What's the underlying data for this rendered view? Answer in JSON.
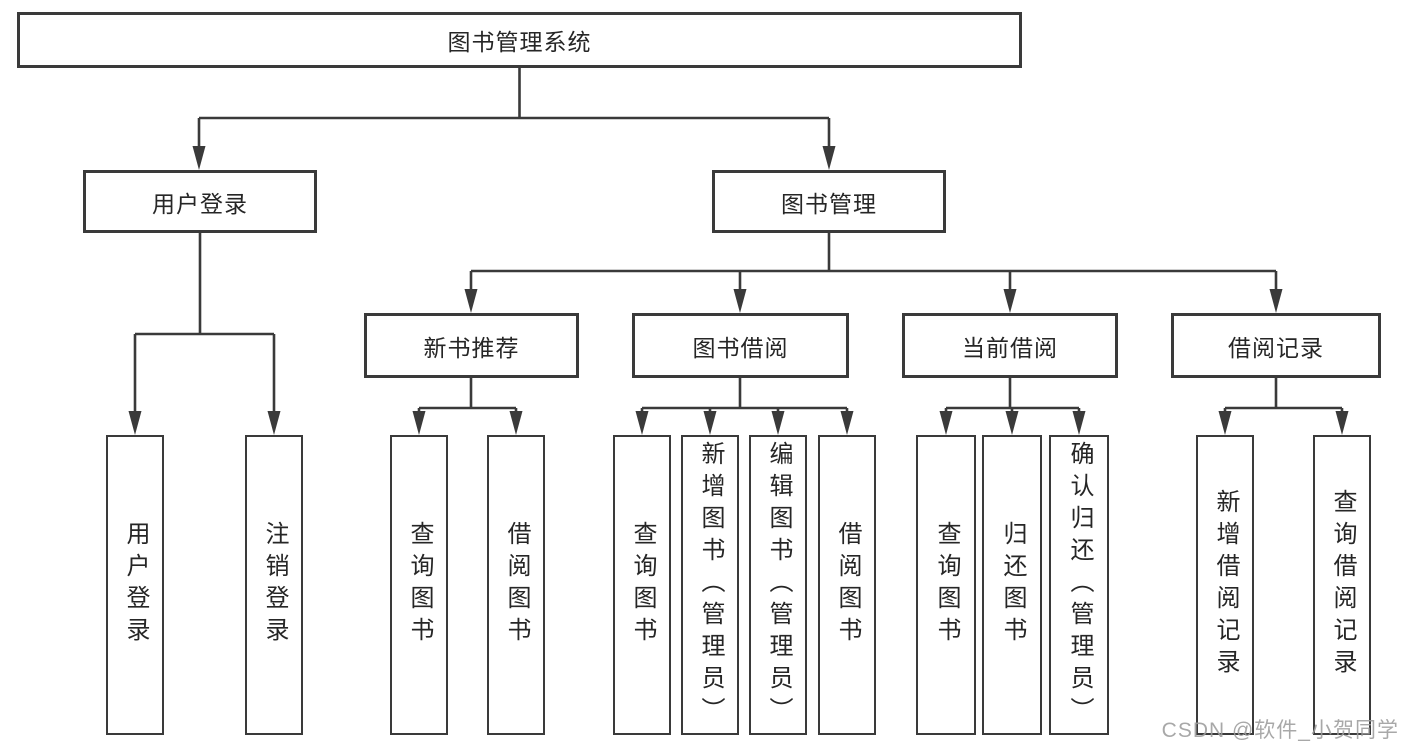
{
  "colors": {
    "line": "#3a3a3a",
    "box_border": "#3a3a3a",
    "box_fill": "#ffffff",
    "text_color": "#262626",
    "watermark_color": "#9d9d9d",
    "background": "#ffffff"
  },
  "watermark": {
    "text": "CSDN @软件_小贺同学"
  },
  "tree": {
    "root": {
      "label": "图书管理系统"
    },
    "branches": [
      {
        "label": "用户登录",
        "children": [
          {
            "label": "用户登录"
          },
          {
            "label": "注销登录"
          }
        ]
      },
      {
        "label": "图书管理",
        "children": [
          {
            "label": "新书推荐",
            "children": [
              {
                "label": "查询图书"
              },
              {
                "label": "借阅图书"
              }
            ]
          },
          {
            "label": "图书借阅",
            "children": [
              {
                "label": "查询图书"
              },
              {
                "label": "新增图书（管理员）"
              },
              {
                "label": "编辑图书（管理员）"
              },
              {
                "label": "借阅图书"
              }
            ]
          },
          {
            "label": "当前借阅",
            "children": [
              {
                "label": "查询图书"
              },
              {
                "label": "归还图书"
              },
              {
                "label": "确认归还（管理员）"
              }
            ]
          },
          {
            "label": "借阅记录",
            "children": [
              {
                "label": "新增借阅记录"
              },
              {
                "label": "查询借阅记录"
              }
            ]
          }
        ]
      }
    ]
  }
}
